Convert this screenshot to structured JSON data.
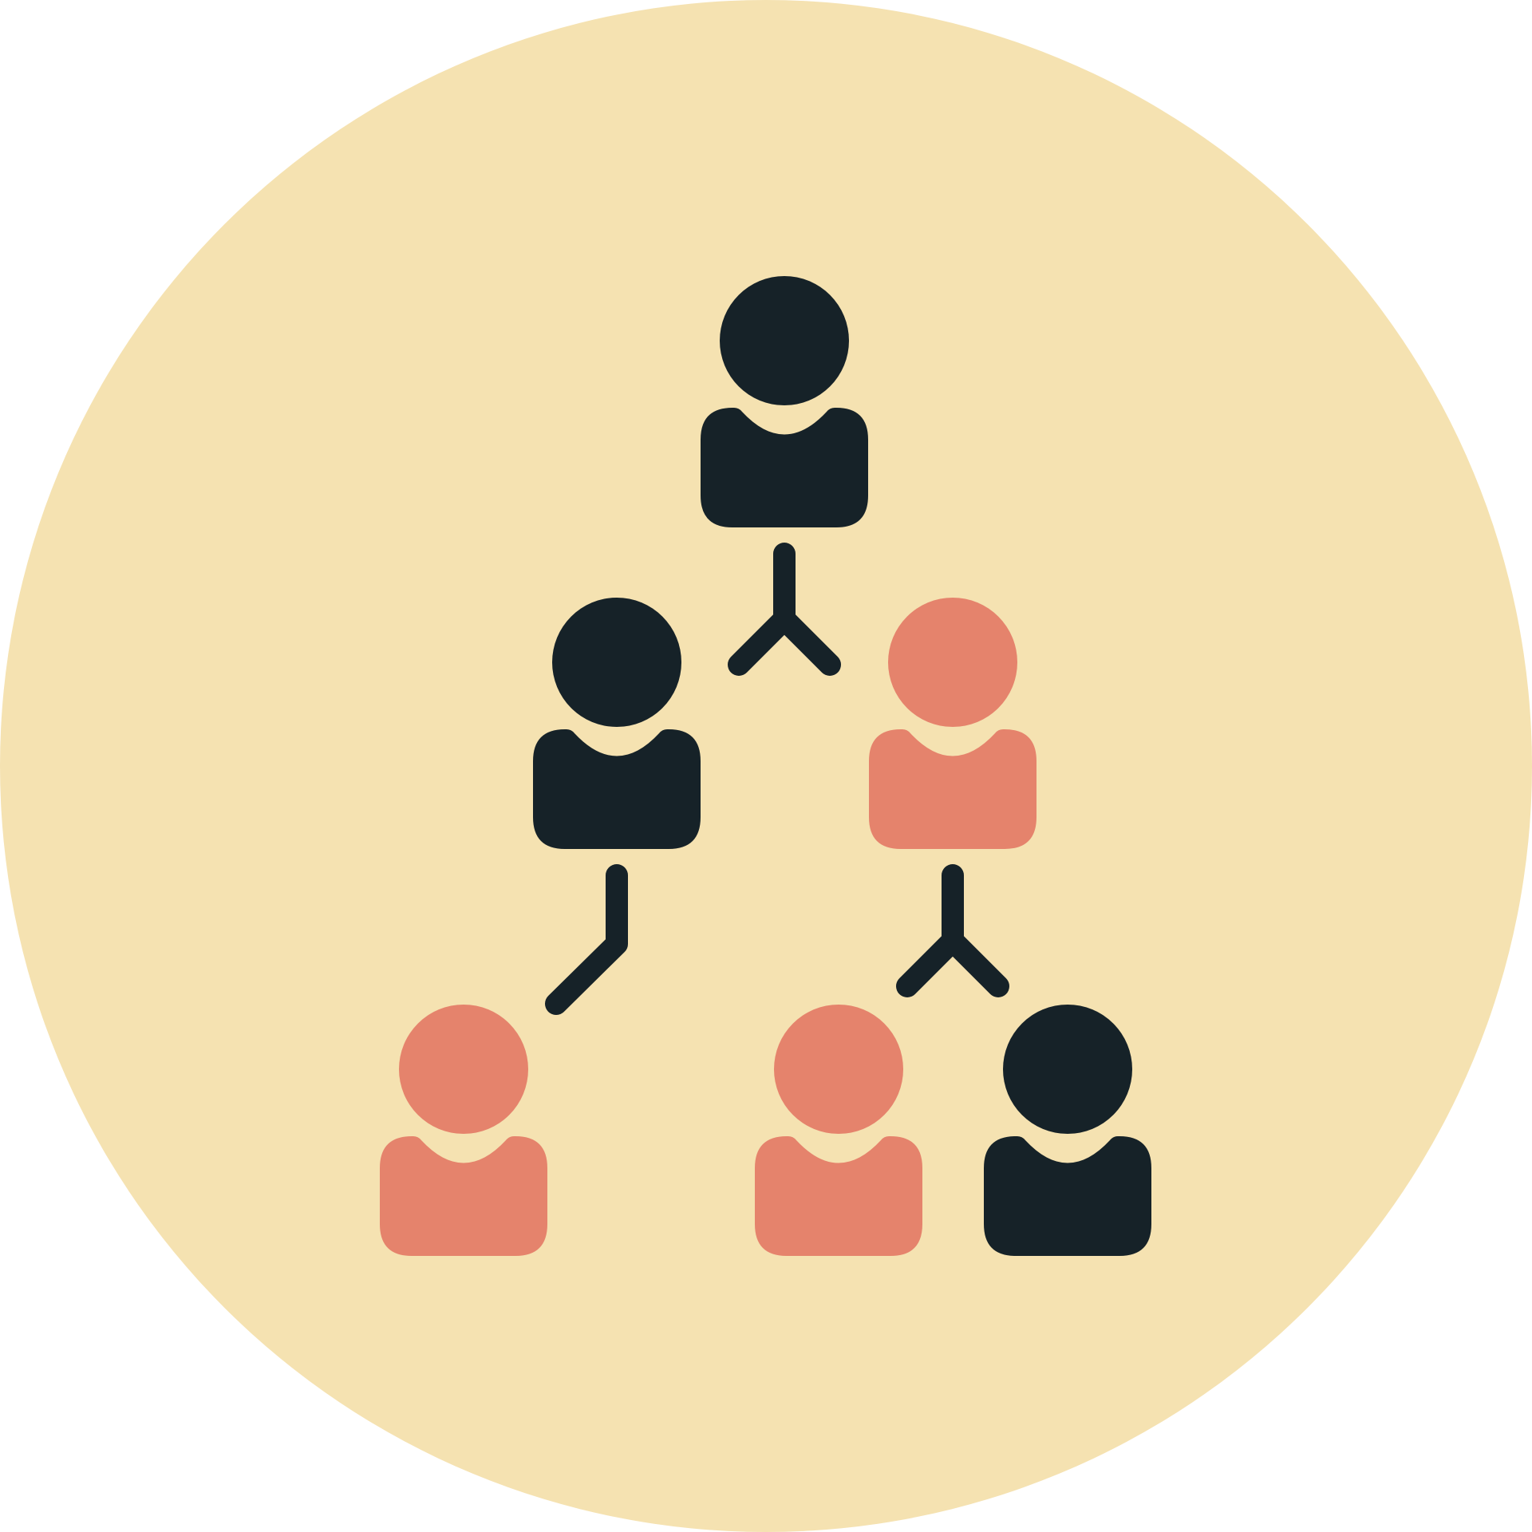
{
  "icon": {
    "name": "organization-hierarchy-icon",
    "colors": {
      "page_background": "#ffffff",
      "circle_background": "#f5e2b1",
      "dark": "#162228",
      "accent": "#e5836c"
    },
    "people": [
      {
        "id": "top",
        "color": "dark"
      },
      {
        "id": "middle-left",
        "color": "dark"
      },
      {
        "id": "middle-right",
        "color": "accent"
      },
      {
        "id": "bottom-left",
        "color": "accent"
      },
      {
        "id": "bottom-center",
        "color": "accent"
      },
      {
        "id": "bottom-right",
        "color": "dark"
      }
    ],
    "connectors": [
      {
        "id": "top-to-middle",
        "type": "fork"
      },
      {
        "id": "middle-left-to-bottom-left",
        "type": "single"
      },
      {
        "id": "middle-right-to-bottom",
        "type": "fork"
      }
    ]
  }
}
